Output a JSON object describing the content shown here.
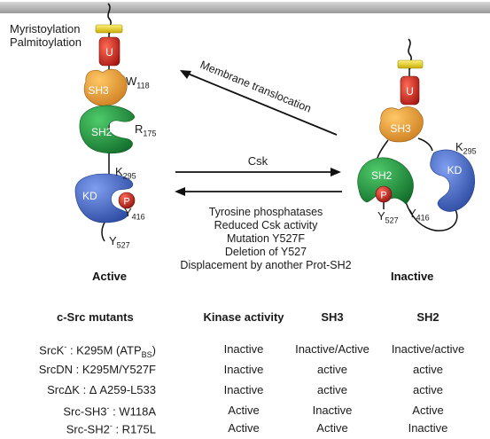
{
  "diagram": {
    "lipid_labels": [
      "Myristoylation",
      "Palmitoylation"
    ],
    "domains": {
      "unique": "U",
      "sh3": "SH3",
      "sh2": "SH2",
      "kinase": "KD",
      "phospho": "P"
    },
    "residues": {
      "w118": {
        "base": "W",
        "sub": "118"
      },
      "r175": {
        "base": "R",
        "sub": "175"
      },
      "k295": {
        "base": "K",
        "sub": "295"
      },
      "y416": {
        "base": "Y",
        "sub": "416"
      },
      "y527": {
        "base": "Y",
        "sub": "527"
      }
    },
    "arrows": {
      "membrane_translocation": "Membrane translocation",
      "csk": "Csk"
    },
    "activating_conditions": [
      "Tyrosine phosphatases",
      "Reduced Csk activity",
      "Mutation Y527F",
      "Deletion of Y527",
      "Displacement by another Prot-SH2"
    ],
    "state_active": "Active",
    "state_inactive": "Inactive",
    "colors": {
      "membrane": "#b9b9b9",
      "lipid": "#e8d21a",
      "unique": "#c9241c",
      "sh3": "#e79a2b",
      "sh2": "#1f8a3a",
      "kinase": "#3f63b8",
      "phospho": "#c0221a"
    }
  },
  "table": {
    "headers": [
      "c-Src mutants",
      "Kinase activity",
      "SH3",
      "SH2"
    ],
    "rows": [
      {
        "name": "SrcK",
        "sup": "-",
        "mutation": " : K295M (ATP",
        "mut_sub": "BS",
        "mut_tail": ")",
        "kinase": "Inactive",
        "sh3": "Inactive/Active",
        "sh2": "Inactive/active"
      },
      {
        "name": "SrcDN",
        "sup": "",
        "mutation": " : K295M/Y527F",
        "mut_sub": "",
        "mut_tail": "",
        "kinase": "Inactive",
        "sh3": "active",
        "sh2": "active"
      },
      {
        "name": "SrcΔK",
        "sup": "",
        "mutation": " : Δ A259-L533",
        "mut_sub": "",
        "mut_tail": "",
        "kinase": "Inactive",
        "sh3": "active",
        "sh2": "active"
      },
      {
        "name": "Src-SH3",
        "sup": "-",
        "mutation": " : W118A",
        "mut_sub": "",
        "mut_tail": "",
        "kinase": "Active",
        "sh3": "Inactive",
        "sh2": "Active"
      },
      {
        "name": "Src-SH2",
        "sup": "-",
        "mutation": " : R175L",
        "mut_sub": "",
        "mut_tail": "",
        "kinase": "Active",
        "sh3": "Active",
        "sh2": "Inactive"
      }
    ]
  }
}
